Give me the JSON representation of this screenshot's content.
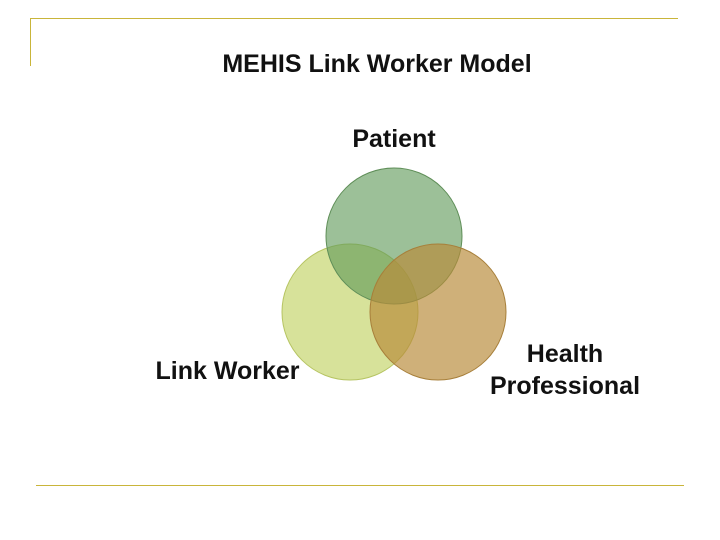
{
  "slide": {
    "title": "MEHIS Link Worker Model"
  },
  "diagram": {
    "type": "venn-3",
    "sets": [
      {
        "key": "patient",
        "label": "Patient",
        "color": "#7fb07a"
      },
      {
        "key": "link_worker",
        "label": "Link Worker",
        "color": "#cbd97a"
      },
      {
        "key": "health_professional",
        "label_line1": "Health",
        "label_line2": "Professional",
        "color": "#c49a4a"
      }
    ]
  },
  "colors": {
    "rule": "#c9b53a",
    "text": "#111111"
  }
}
